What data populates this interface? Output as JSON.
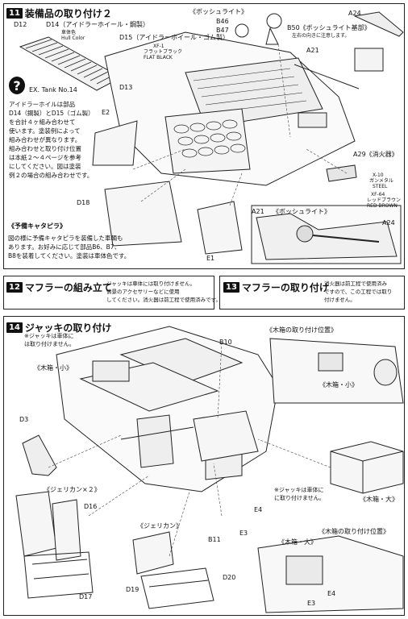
{
  "step11": {
    "number": "11",
    "title": "装備品の取り付け２",
    "labels": {
      "d12": "D12",
      "d14": "D14（アイドラーホイール・鋼製）",
      "d14_sub1": "車体色",
      "d14_sub2": "Hull Color",
      "d15": "D15（アイドラーホイール・ゴム製）",
      "xf1": "XF-1",
      "xf1_jp": "フラットブラック",
      "xf1_en": "FLAT BLACK",
      "d13": "D13",
      "b46": "B46",
      "b47": "B47",
      "bosch_light": "《ボッシュライト》",
      "b50": "B50《ボッシュライト基部》",
      "b50_note": "左右の向きに注意します。",
      "a24_top": "A24",
      "a21_top": "A21",
      "e2": "E2",
      "d18": "D18",
      "e1": "E1",
      "a29": "A29《消火器》",
      "x10": "X-10",
      "x10_jp": "ガンメタル",
      "x10_en": "STEEL",
      "xf64": "XF-64",
      "xf64_jp": "レッドブラウン",
      "xf64_en": "RED BROWN",
      "a24_bottom": "A24",
      "a21_bottom": "A21",
      "bosch_light2": "《ボッシュライト》"
    },
    "ex_tank": "EX. Tank No.14",
    "idler_note": [
      "アイドラーホイルは部品",
      "D14（鋼製）とD15（ゴム製）",
      "を合計４ヶ組み合わせて",
      "使います。塗装例によって",
      "組み合わせが異なります。",
      "組み合わせと取り付け位置",
      "は本紙２～４ページを参考",
      "にしてください。図は塗装",
      "例２の場合の組み合わせです。"
    ],
    "spare_track_title": "《予備キャタピラ》",
    "spare_track_note": [
      "図の様に予備キャタピラを装備した車輌も",
      "あります。お好みに応じて部品B6、B7、",
      "B8を装着してください。塗装は車体色です。"
    ]
  },
  "step12": {
    "number": "12",
    "title": "マフラーの組み立て",
    "note": [
      "ジャッキは車体には取り付けません。",
      "情景のアクセサリーなどに使用",
      "してください。消火器は前工程で使用済みです。"
    ]
  },
  "step13": {
    "number": "13",
    "title": "マフラーの取り付け",
    "note": [
      "消火器は前工程で使用済み",
      "ですので、この工程では取り",
      "付けません。"
    ]
  },
  "step14": {
    "number": "14",
    "title": "ジャッキの取り付け",
    "jack_note": [
      "※ジャッキは車体に",
      "は取り付けません。"
    ],
    "labels": {
      "small_box": "《木箱・小》",
      "box_pos_title": "《木箱の取り付け位置》",
      "small_box2": "《木箱・小》",
      "b10": "B10",
      "d3": "D3",
      "jerrycan2": "《ジェリカン×２》",
      "d16": "D16",
      "d17": "D17",
      "jerrycan": "《ジェリカン》",
      "d19": "D19",
      "d20": "D20",
      "b11": "B11",
      "e4": "E4",
      "e3": "E3",
      "large_box": "《木箱・大》",
      "box_pos_title2": "《木箱の取り付け位置》",
      "large_box2": "《木箱・大》",
      "e4b": "E4",
      "e3b": "E3"
    },
    "jack_note2": [
      "※ジャッキは車体に",
      "に取り付けません。"
    ]
  }
}
